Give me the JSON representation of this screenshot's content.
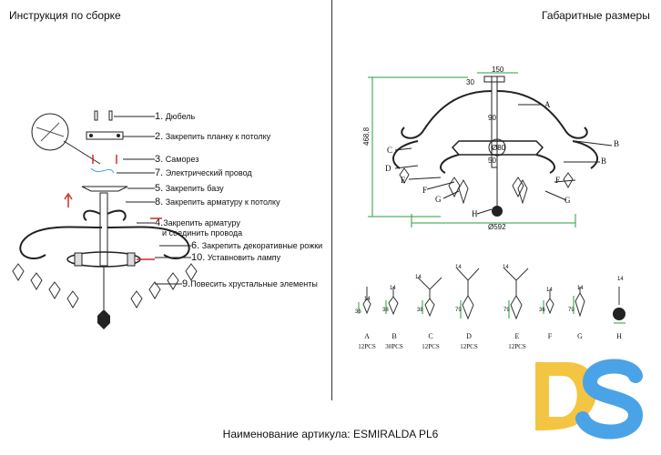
{
  "left_header": "Инструкция по сборке",
  "right_header": "Габаритные размеры",
  "steps": [
    {
      "num": "1.",
      "text": "Дюбель"
    },
    {
      "num": "2.",
      "text": "Закрепить планку к потолку"
    },
    {
      "num": "3.",
      "text": "Саморез"
    },
    {
      "num": "7.",
      "text": "Электрический провод"
    },
    {
      "num": "5.",
      "text": "Закрепить базу"
    },
    {
      "num": "8.",
      "text": "Закрепить арматуру к потолку"
    },
    {
      "num": "4.",
      "text": "Закрепить арматуру"
    },
    {
      "num": "",
      "text": "и соединить провода"
    },
    {
      "num": "6.",
      "text": "Закрепить декоративные рожки"
    },
    {
      "num": "10.",
      "text": "Уставновить лампу"
    },
    {
      "num": "9.",
      "text": "Повесить хрустальные элементы"
    }
  ],
  "dimensions": {
    "top_width": "150",
    "height": "468.8",
    "diameter": "Ø592",
    "center": "Ø80",
    "d30": "30",
    "d90": "90",
    "d50": "50"
  },
  "part_labels": [
    "A",
    "B",
    "C",
    "D",
    "E",
    "F",
    "G",
    "H"
  ],
  "parts": [
    {
      "name": "A",
      "qty": "12PCS",
      "h": "36",
      "w": "14"
    },
    {
      "name": "B",
      "qty": "30PCS",
      "h": "38",
      "w": "14"
    },
    {
      "name": "C",
      "qty": "12PCS",
      "h": "38",
      "w": "14"
    },
    {
      "name": "D",
      "qty": "12PCS",
      "h": "79",
      "w": "14"
    },
    {
      "name": "E",
      "qty": "12PCS",
      "h": "79",
      "w": "14"
    },
    {
      "name": "F",
      "qty": "",
      "h": "36",
      "w": "14"
    },
    {
      "name": "G",
      "qty": "",
      "h": "79",
      "w": "14"
    },
    {
      "name": "H",
      "qty": "",
      "h": "",
      "w": "14"
    }
  ],
  "footer": "Наименование артикула: ESMIRALDA PL6",
  "logo_text": "DS",
  "colors": {
    "logo_yellow": "#f4c542",
    "logo_blue": "#4aa3e6",
    "green": "#2a9d3a",
    "red": "#d62828"
  }
}
